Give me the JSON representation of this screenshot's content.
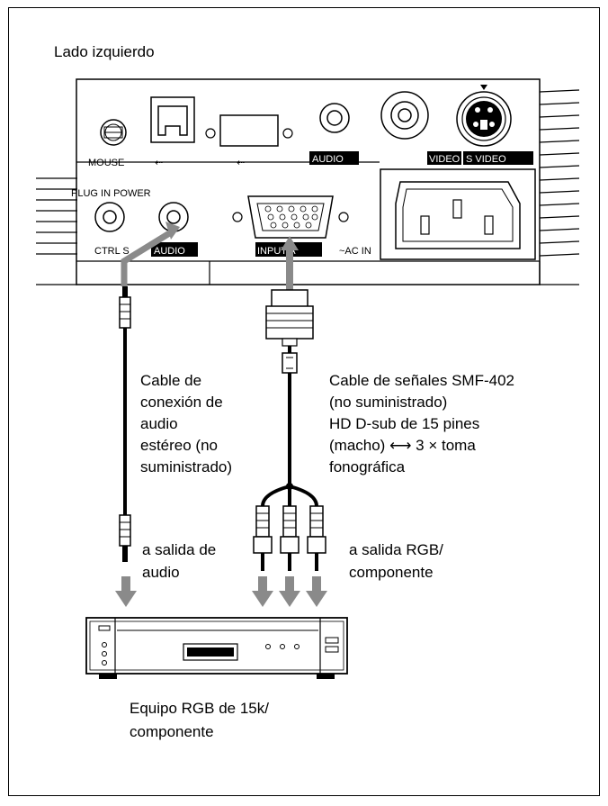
{
  "title": "Lado izquierdo",
  "ports": {
    "mouse": "MOUSE",
    "audio_top": "AUDIO",
    "video": "VIDEO",
    "svideo": "S VIDEO",
    "plug_in_power": "PLUG IN POWER",
    "ctrl_s": "CTRL S",
    "audio_bottom": "AUDIO",
    "input_a": "INPUT A",
    "ac_in": "~AC IN"
  },
  "labels": {
    "audio_cable": [
      "Cable de",
      "conexión de",
      "audio",
      "estéreo (no",
      "suministrado)"
    ],
    "signal_cable": [
      "Cable de señales SMF-402",
      "(no suministrado)",
      "HD D-sub de 15 pines",
      "(macho) ⟷ 3 × toma",
      "fonográfica"
    ],
    "to_audio_out": [
      "a salida de",
      "audio"
    ],
    "to_rgb_out": [
      "a salida RGB/",
      "componente"
    ],
    "equipment": [
      "Equipo RGB de 15k/",
      "componente"
    ]
  }
}
